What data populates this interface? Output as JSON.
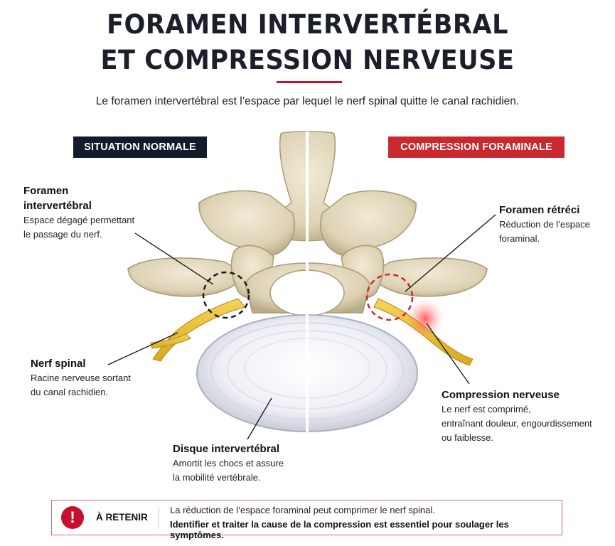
{
  "header": {
    "title_line1": "FORAMEN INTERVERTÉBRAL",
    "title_line2": "ET COMPRESSION NERVEUSE",
    "subtitle": "Le foramen intervertébral est l’espace par lequel le nerf spinal quitte le canal rachidien."
  },
  "badges": {
    "normal": "SITUATION NORMALE",
    "compression": "COMPRESSION FORAMINALE"
  },
  "labels": {
    "foramen": {
      "title_line1": "Foramen",
      "title_line2": "intervertébral",
      "desc_line1": "Espace dégagé permettant",
      "desc_line2": "le passage du nerf."
    },
    "nerf": {
      "title": "Nerf spinal",
      "desc_line1": "Racine nerveuse sortant",
      "desc_line2": "du canal rachidien."
    },
    "disque": {
      "title": "Disque intervertébral",
      "desc_line1": "Amortit les chocs et assure",
      "desc_line2": "la mobilité vertébrale."
    },
    "foramen_retreci": {
      "title": "Foramen rétréci",
      "desc_line1": "Réduction de l’espace",
      "desc_line2": "foraminal."
    },
    "compression": {
      "title": "Compression nerveuse",
      "desc_line1": "Le nerf est comprimé,",
      "desc_line2": "entraînant douleur, engourdissement",
      "desc_line3": "ou faiblesse."
    }
  },
  "retain": {
    "icon": "!",
    "label": "À RETENIR",
    "line1": "La réduction de l’espace foraminal peut comprimer le nerf spinal.",
    "line2": "Identifier et traiter la cause de la compression est essentiel pour soulager les symptômes."
  },
  "colors": {
    "navy": "#131a2b",
    "accent_red": "#c8102e",
    "bone": "#e6dcc3",
    "nerve": "#e9c33a"
  }
}
